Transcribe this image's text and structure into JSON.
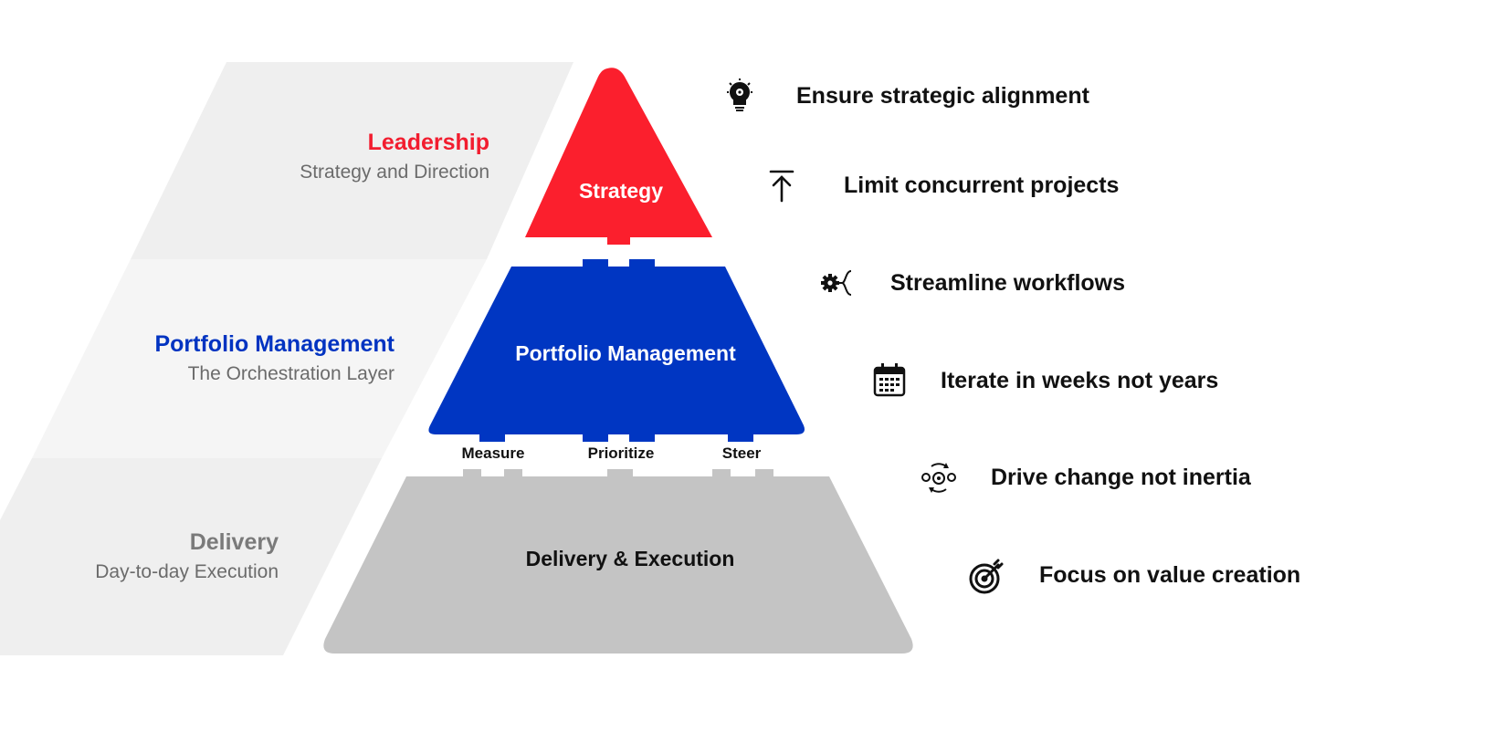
{
  "layers": [
    {
      "title": "Leadership",
      "subtitle": "Strategy and Direction",
      "color": "#f21d2f"
    },
    {
      "title": "Portfolio Management",
      "subtitle": "The Orchestration Layer",
      "color": "#0033c1"
    },
    {
      "title": "Delivery",
      "subtitle": "Day-to-day Execution",
      "color": "#7a7a7a"
    }
  ],
  "pyramid": {
    "strategy": "Strategy",
    "portfolio": "Portfolio Management",
    "delivery": "Delivery & Execution",
    "colors": {
      "strategy": "#fb1f2d",
      "portfolio": "#0036c2",
      "delivery": "#c4c4c4"
    }
  },
  "connectors": [
    "Measure",
    "Prioritize",
    "Steer"
  ],
  "principles": [
    {
      "icon": "lightbulb-gear-icon",
      "text": "Ensure strategic alignment"
    },
    {
      "icon": "arrow-up-to-line-icon",
      "text": "Limit concurrent projects"
    },
    {
      "icon": "gear-branch-icon",
      "text": "Streamline workflows"
    },
    {
      "icon": "calendar-icon",
      "text": "Iterate in weeks not years"
    },
    {
      "icon": "gears-cycle-icon",
      "text": "Drive change not inertia"
    },
    {
      "icon": "target-icon",
      "text": "Focus on value creation"
    }
  ]
}
